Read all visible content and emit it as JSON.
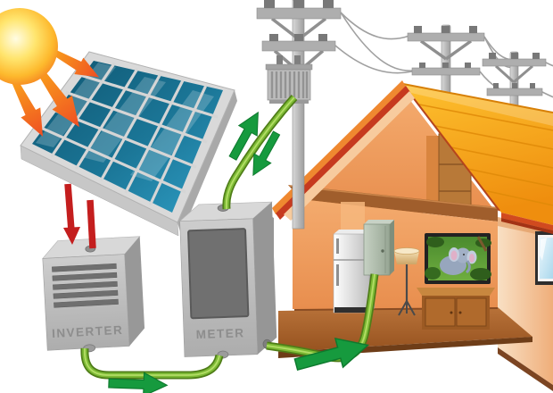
{
  "labels": {
    "inverter": "INVERTER",
    "meter": "METER"
  },
  "components": {
    "sun": "sun",
    "sun_rays": "three orange sunlight arrows toward panel",
    "solar_panel": "tilted photovoltaic panel, 6x5 blue cells",
    "dc_arrows": "two red arrows from panel down into inverter",
    "inverter": "gray inverter box with vent slats",
    "meter": "gray meter box with dark display",
    "cable_inverter_to_meter": "green cable, inverter bottom to meter bottom",
    "cable_meter_to_house": "green cable, meter side into house breaker panel",
    "cable_meter_to_transformer": "green cable, meter top to pole transformer",
    "flow_arrows": "green arrows: right along ground, up-right into house, up and down beside grid cable",
    "utility_pole_main": "utility pole with crossarms, insulators and ribbed transformer",
    "utility_pole_2": "background utility pole",
    "utility_pole_3": "background utility pole",
    "power_lines": "sagging wires between poles",
    "house": "cutaway house with orange plank roof",
    "attic_shelf": "brown shelf in attic",
    "refrigerator": "white refrigerator",
    "breaker_panel": "gray-green electrical panel box",
    "floor_lamp": "tripod floor lamp",
    "tv": "wall TV showing elephant in jungle",
    "tv_cabinet": "wooden cabinet under TV",
    "window": "window on right wall"
  },
  "palette": {
    "sun_core": "#fff9c9",
    "sun_edge": "#f58220",
    "ray_orange": "#f9a01b",
    "ray_red": "#ef4e23",
    "panel_cell_dark": "#0e5570",
    "panel_cell_light": "#2f9dc4",
    "panel_frame": "#d9d9d9",
    "red_arrow": "#c41e1e",
    "box_gray": "#c0c0c0",
    "label_gray": "#8d8d8d",
    "cable_green": "#7fbb2f",
    "arrow_green": "#169a3e",
    "roof_orange": "#f9a21c",
    "fascia_red": "#c63a1f",
    "wall_peach": "#f0a269",
    "floor_brown": "#a05e2c",
    "pole_gray": "#c9c9c9"
  }
}
